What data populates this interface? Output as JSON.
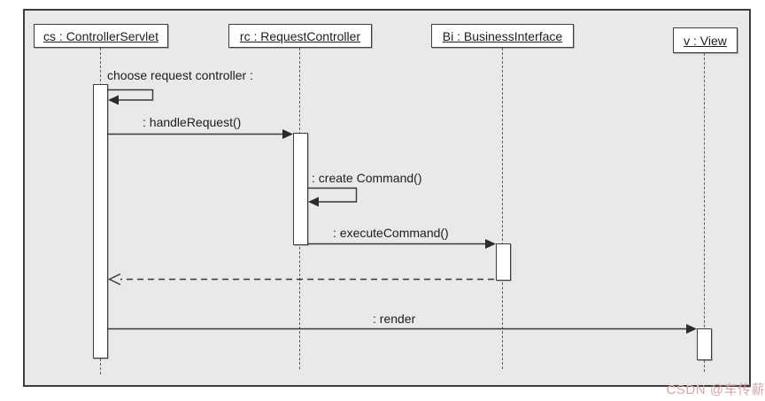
{
  "diagram": {
    "kind": "UML sequence diagram",
    "objects": [
      {
        "id": "cs",
        "label": "cs : ControllerServlet"
      },
      {
        "id": "rc",
        "label": "rc : RequestController"
      },
      {
        "id": "bi",
        "label": "Bi : BusinessInterface"
      },
      {
        "id": "v",
        "label": "v : View"
      }
    ],
    "messages": [
      {
        "seq": 1,
        "label": "choose request controller :",
        "from": "cs",
        "to": "cs",
        "type": "self"
      },
      {
        "seq": 2,
        "label": ": handleRequest()",
        "from": "cs",
        "to": "rc",
        "type": "sync"
      },
      {
        "seq": 3,
        "label": ": create Command()",
        "from": "rc",
        "to": "rc",
        "type": "self"
      },
      {
        "seq": 4,
        "label": ": executeCommand()",
        "from": "rc",
        "to": "bi",
        "type": "sync"
      },
      {
        "seq": 5,
        "label": "",
        "from": "bi",
        "to": "cs",
        "type": "return"
      },
      {
        "seq": 6,
        "label": ": render",
        "from": "cs",
        "to": "v",
        "type": "sync"
      }
    ],
    "colors": {
      "canvas_background": "#e9e9e9",
      "line": "#3d3d3d",
      "text": "#1d1d1d",
      "watermark": "#d9a6a6"
    }
  },
  "watermark": {
    "text": "CSDN @车传薪"
  }
}
